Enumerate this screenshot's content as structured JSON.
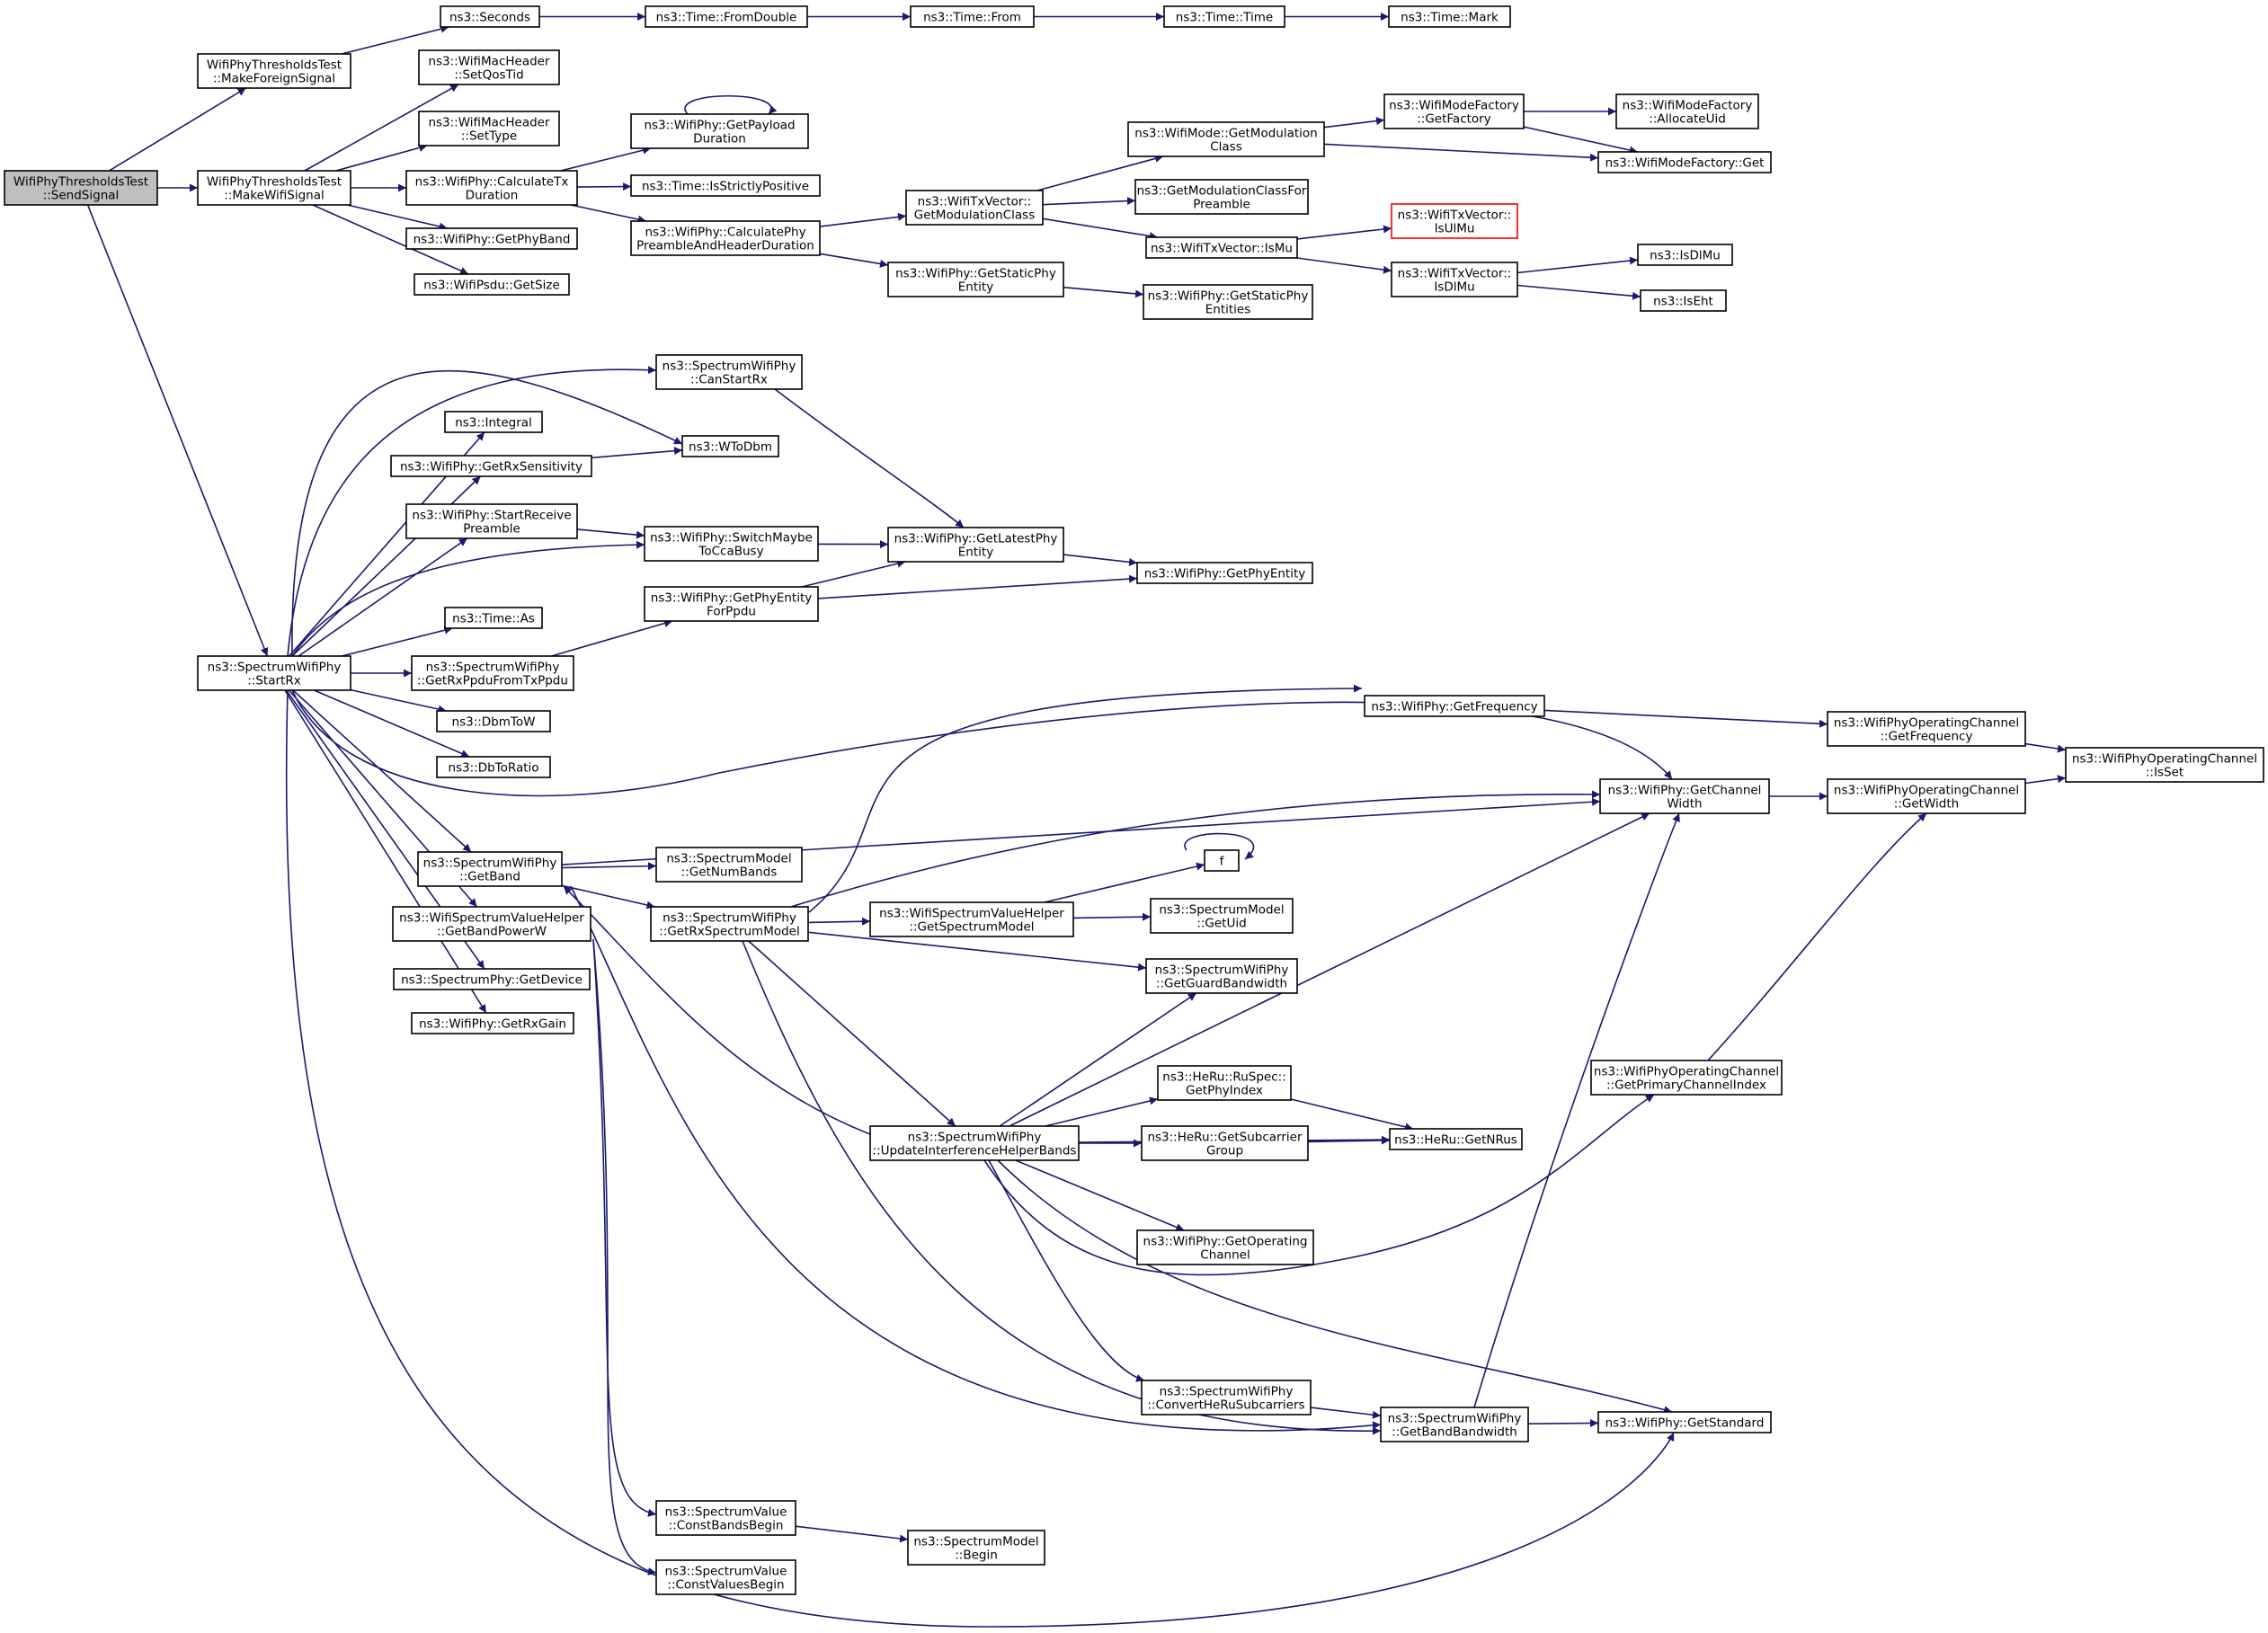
{
  "diagram_type": "call-graph",
  "colors": {
    "edge": "#191970",
    "node_border": "#000000",
    "root_fill": "#bfbfbf",
    "highlight_border": "#ff0000",
    "background": "#ffffff"
  },
  "nodes": [
    {
      "id": "sendSignal",
      "lines": [
        "WifiPhyThresholdsTest",
        "::SendSignal"
      ],
      "style": "root"
    },
    {
      "id": "makeForeign",
      "lines": [
        "WifiPhyThresholdsTest",
        "::MakeForeignSignal"
      ]
    },
    {
      "id": "makeWifi",
      "lines": [
        "WifiPhyThresholdsTest",
        "::MakeWifiSignal"
      ]
    },
    {
      "id": "seconds",
      "lines": [
        "ns3::Seconds"
      ]
    },
    {
      "id": "fromDouble",
      "lines": [
        "ns3::Time::FromDouble"
      ]
    },
    {
      "id": "timeFrom",
      "lines": [
        "ns3::Time::From"
      ]
    },
    {
      "id": "timeTime",
      "lines": [
        "ns3::Time::Time"
      ]
    },
    {
      "id": "timeMark",
      "lines": [
        "ns3::Time::Mark"
      ]
    },
    {
      "id": "setQosTid",
      "lines": [
        "ns3::WifiMacHeader",
        "::SetQosTid"
      ]
    },
    {
      "id": "setType",
      "lines": [
        "ns3::WifiMacHeader",
        "::SetType"
      ]
    },
    {
      "id": "calcTx",
      "lines": [
        "ns3::WifiPhy::CalculateTx",
        "Duration"
      ]
    },
    {
      "id": "getPhyBand",
      "lines": [
        "ns3::WifiPhy::GetPhyBand"
      ]
    },
    {
      "id": "getSize",
      "lines": [
        "ns3::WifiPsdu::GetSize"
      ]
    },
    {
      "id": "getPayload",
      "lines": [
        "ns3::WifiPhy::GetPayload",
        "Duration"
      ]
    },
    {
      "id": "isStrictlyPos",
      "lines": [
        "ns3::Time::IsStrictlyPositive"
      ]
    },
    {
      "id": "calcPhyPre",
      "lines": [
        "ns3::WifiPhy::CalculatePhy",
        "PreambleAndHeaderDuration"
      ]
    },
    {
      "id": "getModClassTx",
      "lines": [
        "ns3::WifiTxVector::",
        "GetModulationClass"
      ]
    },
    {
      "id": "getStaticPhyEntity",
      "lines": [
        "ns3::WifiPhy::GetStaticPhy",
        "Entity"
      ]
    },
    {
      "id": "getStaticPhyEntities",
      "lines": [
        "ns3::WifiPhy::GetStaticPhy",
        "Entities"
      ]
    },
    {
      "id": "modeGetModClass",
      "lines": [
        "ns3::WifiMode::GetModulation",
        "Class"
      ]
    },
    {
      "id": "getModClassPre",
      "lines": [
        "ns3::GetModulationClassFor",
        "Preamble"
      ]
    },
    {
      "id": "isMu",
      "lines": [
        "ns3::WifiTxVector::IsMu"
      ]
    },
    {
      "id": "modeFactoryGetFactory",
      "lines": [
        "ns3::WifiModeFactory",
        "::GetFactory"
      ]
    },
    {
      "id": "allocateUid",
      "lines": [
        "ns3::WifiModeFactory",
        "::AllocateUid"
      ]
    },
    {
      "id": "modeFactoryGet",
      "lines": [
        "ns3::WifiModeFactory::Get"
      ]
    },
    {
      "id": "isUlMu",
      "lines": [
        "ns3::WifiTxVector::",
        "IsUlMu"
      ],
      "style": "red"
    },
    {
      "id": "txIsDlMu",
      "lines": [
        "ns3::WifiTxVector::",
        "IsDlMu"
      ]
    },
    {
      "id": "isDlMu",
      "lines": [
        "ns3::IsDlMu"
      ]
    },
    {
      "id": "isEht",
      "lines": [
        "ns3::IsEht"
      ]
    },
    {
      "id": "startRx",
      "lines": [
        "ns3::SpectrumWifiPhy",
        "::StartRx"
      ]
    },
    {
      "id": "canStartRx",
      "lines": [
        "ns3::SpectrumWifiPhy",
        "::CanStartRx"
      ]
    },
    {
      "id": "integral",
      "lines": [
        "ns3::Integral"
      ]
    },
    {
      "id": "wToDbm",
      "lines": [
        "ns3::WToDbm"
      ]
    },
    {
      "id": "getRxSens",
      "lines": [
        "ns3::WifiPhy::GetRxSensitivity"
      ]
    },
    {
      "id": "startRecvPre",
      "lines": [
        "ns3::WifiPhy::StartReceive",
        "Preamble"
      ]
    },
    {
      "id": "switchCca",
      "lines": [
        "ns3::WifiPhy::SwitchMaybe",
        "ToCcaBusy"
      ]
    },
    {
      "id": "getLatestPhyEntity",
      "lines": [
        "ns3::WifiPhy::GetLatestPhy",
        "Entity"
      ]
    },
    {
      "id": "getPhyEntityForPpdu",
      "lines": [
        "ns3::WifiPhy::GetPhyEntity",
        "ForPpdu"
      ]
    },
    {
      "id": "getPhyEntity",
      "lines": [
        "ns3::WifiPhy::GetPhyEntity"
      ]
    },
    {
      "id": "timeAs",
      "lines": [
        "ns3::Time::As"
      ]
    },
    {
      "id": "getRxPpdu",
      "lines": [
        "ns3::SpectrumWifiPhy",
        "::GetRxPpduFromTxPpdu"
      ]
    },
    {
      "id": "dbmToW",
      "lines": [
        "ns3::DbmToW"
      ]
    },
    {
      "id": "dbToRatio",
      "lines": [
        "ns3::DbToRatio"
      ]
    },
    {
      "id": "getFrequency",
      "lines": [
        "ns3::WifiPhy::GetFrequency"
      ]
    },
    {
      "id": "opChGetFreq",
      "lines": [
        "ns3::WifiPhyOperatingChannel",
        "::GetFrequency"
      ]
    },
    {
      "id": "opChIsSet",
      "lines": [
        "ns3::WifiPhyOperatingChannel",
        "::IsSet"
      ]
    },
    {
      "id": "getChWidth",
      "lines": [
        "ns3::WifiPhy::GetChannel",
        "Width"
      ]
    },
    {
      "id": "opChGetWidth",
      "lines": [
        "ns3::WifiPhyOperatingChannel",
        "::GetWidth"
      ]
    },
    {
      "id": "getBand",
      "lines": [
        "ns3::SpectrumWifiPhy",
        "::GetBand"
      ]
    },
    {
      "id": "getNumBands",
      "lines": [
        "ns3::SpectrumModel",
        "::GetNumBands"
      ]
    },
    {
      "id": "fnF",
      "lines": [
        "f"
      ]
    },
    {
      "id": "getRxSpecModel",
      "lines": [
        "ns3::SpectrumWifiPhy",
        "::GetRxSpectrumModel"
      ]
    },
    {
      "id": "wsvhGetSpecModel",
      "lines": [
        "ns3::WifiSpectrumValueHelper",
        "::GetSpectrumModel"
      ]
    },
    {
      "id": "smGetUid",
      "lines": [
        "ns3::SpectrumModel",
        "::GetUid"
      ]
    },
    {
      "id": "getBandPowerW",
      "lines": [
        "ns3::WifiSpectrumValueHelper",
        "::GetBandPowerW"
      ]
    },
    {
      "id": "getGuardBw",
      "lines": [
        "ns3::SpectrumWifiPhy",
        "::GetGuardBandwidth"
      ]
    },
    {
      "id": "getDevice",
      "lines": [
        "ns3::SpectrumPhy::GetDevice"
      ]
    },
    {
      "id": "getRxGain",
      "lines": [
        "ns3::WifiPhy::GetRxGain"
      ]
    },
    {
      "id": "opChGetPrimary",
      "lines": [
        "ns3::WifiPhyOperatingChannel",
        "::GetPrimaryChannelIndex"
      ]
    },
    {
      "id": "getPhyIndex",
      "lines": [
        "ns3::HeRu::RuSpec::",
        "GetPhyIndex"
      ]
    },
    {
      "id": "updateIHB",
      "lines": [
        "ns3::SpectrumWifiPhy",
        "::UpdateInterferenceHelperBands"
      ]
    },
    {
      "id": "getSubcarrierGroup",
      "lines": [
        "ns3::HeRu::GetSubcarrier",
        "Group"
      ]
    },
    {
      "id": "getNRus",
      "lines": [
        "ns3::HeRu::GetNRus"
      ]
    },
    {
      "id": "getOpChannel",
      "lines": [
        "ns3::WifiPhy::GetOperating",
        "Channel"
      ]
    },
    {
      "id": "convertHeRu",
      "lines": [
        "ns3::SpectrumWifiPhy",
        "::ConvertHeRuSubcarriers"
      ]
    },
    {
      "id": "getBandBw",
      "lines": [
        "ns3::SpectrumWifiPhy",
        "::GetBandBandwidth"
      ]
    },
    {
      "id": "getStandard",
      "lines": [
        "ns3::WifiPhy::GetStandard"
      ]
    },
    {
      "id": "constBandsBegin",
      "lines": [
        "ns3::SpectrumValue",
        "::ConstBandsBegin"
      ]
    },
    {
      "id": "smBegin",
      "lines": [
        "ns3::SpectrumModel",
        "::Begin"
      ]
    },
    {
      "id": "constValuesBegin",
      "lines": [
        "ns3::SpectrumValue",
        "::ConstValuesBegin"
      ]
    }
  ]
}
